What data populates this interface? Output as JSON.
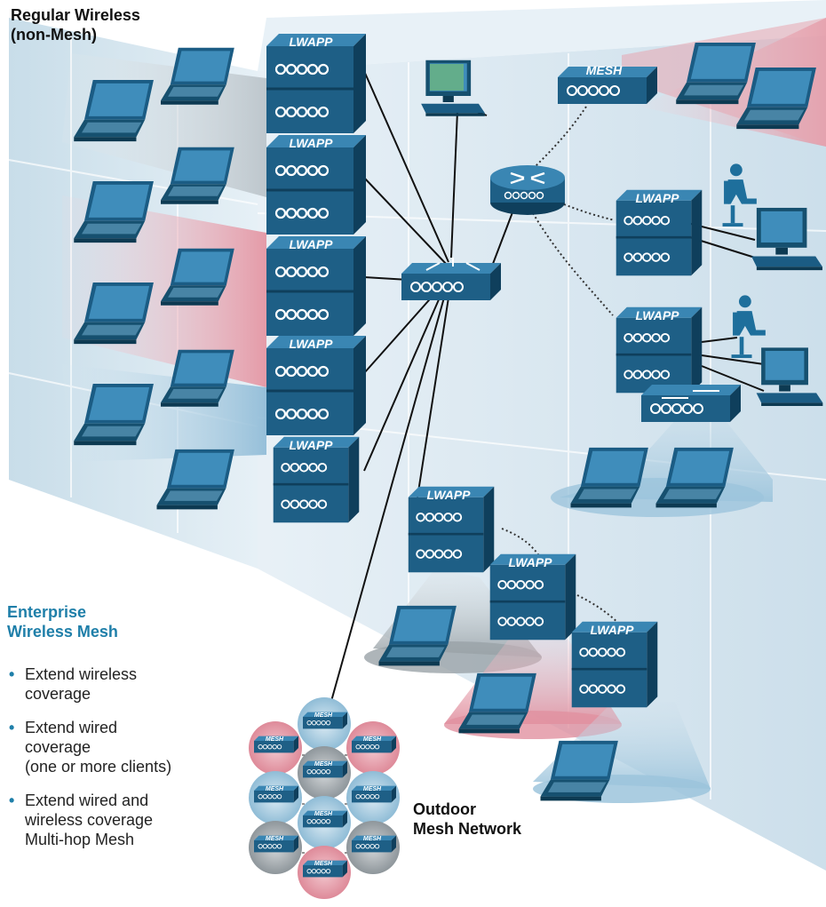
{
  "header": {
    "title_line1": "Regular Wireless",
    "title_line2": "(non-Mesh)"
  },
  "enterprise": {
    "title_line1": "Enterprise",
    "title_line2": "Wireless Mesh",
    "bullets": [
      {
        "lines": [
          "Extend wireless",
          "coverage"
        ]
      },
      {
        "lines": [
          "Extend wired",
          "coverage",
          "(one or more clients)"
        ]
      },
      {
        "lines": [
          "Extend wired and",
          "wireless coverage",
          "Multi-hop Mesh"
        ]
      }
    ],
    "bullet_glyph": "•"
  },
  "outdoor": {
    "line1": "Outdoor",
    "line2": "Mesh Network"
  },
  "devices": {
    "lwapp_label": "LWAPP",
    "mesh_label": "MESH"
  },
  "colors": {
    "device_blue": "#1e5f86",
    "device_blue_top": "#3a86b3",
    "device_blue_dark": "#0f3f5c",
    "room_light": "#d6e7f1",
    "coverage_red": "#e7a5b0",
    "coverage_blue": "#9cc4dc",
    "accent_teal": "#1f7fa9"
  }
}
